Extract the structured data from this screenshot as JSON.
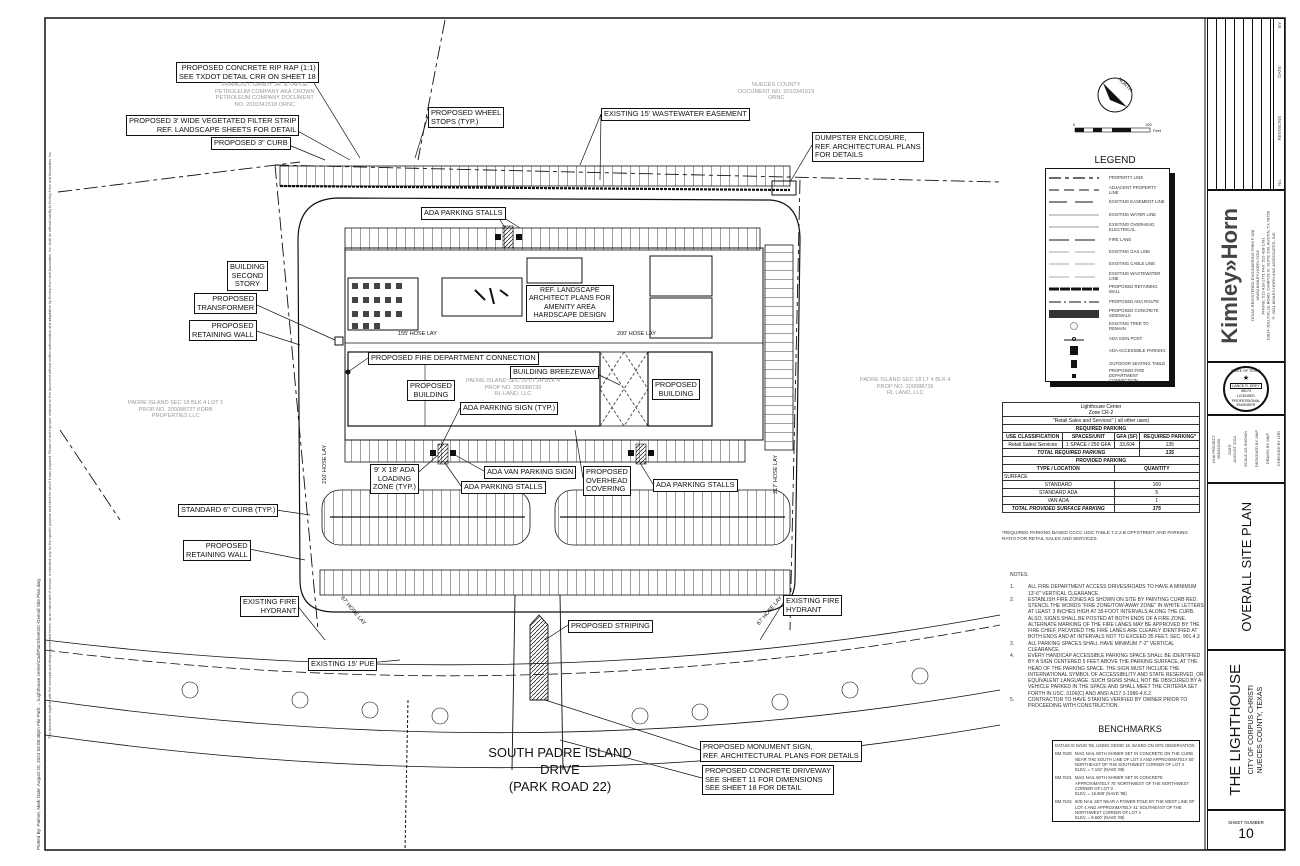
{
  "margin": {
    "plot_info": "Plotted By: Palmer, Mark   Date: August 20, 2024   04:08:48pm   File Path: ...\\Lighthouse center\\Cad\\PlanSheets\\C-Overall Site Plan.dwg",
    "disclaimer": "This document, together with the concepts and designs presented herein, as an instrument of service, is intended only for the specific purpose and client for which it was prepared. Reuse of and improper reliance on this document without written authorization and adaptation by Kimley-Horn and Associates, Inc. shall be without liability to Kimley-Horn and Associates, Inc."
  },
  "callouts": {
    "rip_rap": [
      "PROPOSED CONCRETE RIP RAP (1:1)",
      "SEE TXDOT DETAIL CRR ON SHEET 18"
    ],
    "filter_strip": [
      "PROPOSED 3' WIDE VEGETATED FILTER STRIP",
      "REF. LANDSCAPE SHEETS FOR DETAIL"
    ],
    "curb3": "PROPOSED 3\" CURB",
    "wheel_stops": [
      "PROPOSED WHEEL",
      "STOPS (TYP.)"
    ],
    "ww_easement": "EXISTING 15' WASTEWATER EASEMENT",
    "dumpster": [
      "DUMPSTER ENCLOSURE,",
      "REF. ARCHITECTURAL PLANS",
      "FOR DETAILS"
    ],
    "ada_stalls_top": "ADA PARKING STALLS",
    "second_story": [
      "BUILDING",
      "SECOND",
      "STORY"
    ],
    "landscape": [
      "REF. LANDSCAPE",
      "ARCHITECT PLANS FOR",
      "AMENITY AREA",
      "HARDSCAPE DESIGN"
    ],
    "transformer": [
      "PROPOSED",
      "TRANSFORMER"
    ],
    "retaining_wall_1": [
      "PROPOSED",
      "RETAINING WALL"
    ],
    "fdc": "PROPOSED FIRE DEPARTMENT CONNECTION",
    "breezeway": "BUILDING BREEZEWAY",
    "building_left": [
      "PROPOSED",
      "BUILDING"
    ],
    "building_right": [
      "PROPOSED",
      "BUILDING"
    ],
    "ada_sign": "ADA PARKING SIGN (TYP.)",
    "loading_zone": [
      "9' x 18' ADA",
      "LOADING",
      "ZONE (TYP.)"
    ],
    "van_sign": "ADA VAN PARKING SIGN",
    "ada_stalls_mid": "ADA PARKING STALLS",
    "overhead": [
      "PROPOSED",
      "OVERHEAD",
      "COVERING"
    ],
    "ada_stalls_right": "ADA PARKING STALLS",
    "curb6": "STANDARD 6\" CURB (TYP.)",
    "retaining_wall_2": [
      "PROPOSED",
      "RETAINING WALL"
    ],
    "hydrant_left": [
      "EXISTING FIRE",
      "HYDRANT"
    ],
    "hydrant_right": [
      "EXISTING FIRE",
      "HYDRANT"
    ],
    "striping": "PROPOSED STRIPING",
    "pue": "EXISTING 15' PUE",
    "monument": [
      "PROPOSED MONUMENT SIGN,",
      "REF. ARCHITECTURAL PLANS FOR DETAILS"
    ],
    "driveway": [
      "PROPOSED CONCRETE DRIVEWAY",
      "SEE SHEET 11 FOR DIMENSIONS",
      "SEE SHEET 18 FOR DETAIL"
    ]
  },
  "hose_lay": {
    "a": "155' HOSE LAY",
    "b": "200' HOSE LAY",
    "c": "210' HOSE LAY",
    "d": "217' HOSE LAY",
    "e": "67' HOSE LAY",
    "f": "67' HOSE LAY"
  },
  "parcels": {
    "gandy": [
      "FRANCIS I. GANDY JR. & TAPOE",
      "PETROLEUM COMPANY AKA CROWN",
      "PETROLEUM COMPANY DOCUMENT",
      "NO. 2010341518 ORNC"
    ],
    "nueces": [
      "NUECES COUNTY",
      "DOCUMENT NO. 2010341519",
      "ORNC"
    ],
    "lot1": [
      "PADRE ISLAND SEC 18 BLK 4 LOT 1",
      "PROP NO. 200088727 KDRB",
      "PROPERTIES LLC"
    ],
    "lot2a": [
      "PADRE ISLAND SEC 16 LT 2A BLK 4",
      "PROP NO. 200088736",
      "RL LAND, LLC"
    ],
    "lot4": [
      "PADRE ISLAND SEC 18 LT 4 BLK 4",
      "PROP NO. 200088736",
      "RL LAND, LLC"
    ]
  },
  "road": [
    "SOUTH PADRE ISLAND DRIVE",
    "(PARK ROAD 22)"
  ],
  "north": "NORTH",
  "scale": {
    "unit": "Feet",
    "start": "0",
    "end": "100"
  },
  "legend": {
    "title": "LEGEND",
    "items": [
      "PROPERTY LINE",
      "ADJACENT PROPERTY LINE",
      "EXISTING EASEMENT LINE",
      "EXISTING WATER LINE",
      "EXISTING OVERHEAD ELECTRICAL",
      "FIRE LANE",
      "EXISTING GAS LINE",
      "EXISTING CABLE LINE",
      "EXISTING WASTEWATER LINE",
      "PROPOSED RETAINING WALL",
      "PROPOSED ADA ROUTE",
      "PROPOSED CONCRETE SIDEWALK",
      "EXISTING TREE TO REMAIN",
      "ADA SIGN POST",
      "ADA ACCESSIBLE PARKING",
      "OUTDOOR SEATING TABLE",
      "PROPOSED FIRE DEPARTMENT CONNECTION"
    ]
  },
  "parking": {
    "title": "Lighthouse Center",
    "zone": "Zone CR-2",
    "use": "\"Retail Sales and Services\" ( all other uses)",
    "required_header": "REQUIRED PARKING",
    "cols": [
      "USE CLASSIFICATION",
      "SPACES/UNIT",
      "GFA (SF)",
      "REQUIRED PARKING*"
    ],
    "row": [
      "Retail Sales/ Services",
      "1 SPACE / 250 GFA",
      "33,604",
      "135"
    ],
    "total_required_label": "TOTAL REQUIRED PARKING",
    "total_required": "135",
    "provided_header": "PROVIDED PARKING",
    "type_col": "TYPE / LOCATION",
    "qty_col": "QUANTITY",
    "surface": "SURFACE",
    "provided": [
      {
        "type": "STANDARD",
        "qty": "169"
      },
      {
        "type": "STANDARD ADA",
        "qty": "5"
      },
      {
        "type": "VAN ADA",
        "qty": "1"
      }
    ],
    "total_provided_label": "TOTAL PROVIDED SURFACE PARKING",
    "total_provided": "175",
    "footnote": "*REQUIRED PARKING BASED CCCC UDC TABLE 7.2.2.B OFFSTREET AND PARKING RATIO FOR RETAIL SALES AND SERVICES"
  },
  "notes": {
    "title": "NOTES:",
    "items": [
      "ALL FIRE DEPARTMENT ACCESS DRIVES/ROADS TO HAVE A MINIMUM 13'-6\" VERTICAL CLEARANCE.",
      "ESTABLISH FIRE ZONES AS SHOWN ON SITE BY PAINTING CURB RED. STENCIL THE WORDS \"FIRE ZONE/TOW-AWAY ZONE\" IN WHITE LETTERS AT LEAST 3 INCHES HIGH AT 35-FOOT INTERVALS ALONG THE CURB. ALSO, SIGNS SHALL BE POSTED AT BOTH ENDS OF A FIRE ZONE. ALTERNATE MARKING OF THE FIRE LANES MAY BE APPROVED BY THE FIRE CHIEF, PROVIDED THE FIRE LANES ARE CLEARLY IDENTIFIED AT BOTH ENDS AND AT INTERVALS NOT TO EXCEED 35 FEET. SEC. 901.4.3",
      "ALL PARKING SPACES SHALL HAVE MINIMUM 7'-2\" VERTICAL CLEARANCE.",
      "EVERY HANDICAP ACCESSIBLE PARKING SPACE SHALL BE IDENTIFIED BY A SIGN CENTERED 5 FEET ABOVE THE PARKING SURFACE, AT THE HEAD OF THE PARKING SPACE. THE SIGN MUST INCLUDE THE INTERNATIONAL SYMBOL OF ACCESSIBILITY AND STATE RESERVED, OR EQUIVALENT LANGUAGE. SUCH SIGNS SHALL NOT BE OBSCURED BY A VEHICLE PARKED IN THE SPACE AND SHALL MEET THE CRITERIA SET FORTH IN USC. 3106(c) AND ANSI A117.1-1986-4.6.2.",
      "CONTRACTOR TO HAVE STAKING VERIFIED BY OWNER PRIOR TO PROCEEDING WITH CONSTRUCTION."
    ]
  },
  "benchmarks": {
    "title": "BENCHMARKS",
    "datum": "DATUM IS NAVD '88, USING GEOID 18, BASED ON GPS OBSERVATION",
    "items": [
      {
        "id": "BM #100",
        "desc": "MAG NAIL WITH SHINER SET IN CONCRETE ON THE CURB NEAR THE SOUTH LINE OF LOT 4 AND APPROXIMATELY 50' NORTHEAST OF THE SOUTHWEST CORNER OF LOT 4",
        "elev": "ELEV. = 7.102' (NAVD '88)"
      },
      {
        "id": "BM #101",
        "desc": "MAG NAIL WITH SHINER SET IN CONCRETE APPROXIMATELY 75' NORTHWEST OF THE NORTHWEST CORNER OF LOT 3",
        "elev": "ELEV. = 16.608' (NAVD '88)"
      },
      {
        "id": "BM #102",
        "desc": "60D NAIL SET NEAR A POWER POLE BY THE WEST LINE OF LOT 4 AND APPROXIMATELY 41' SOUTHEAST OF THE NORTHWEST CORNER OF LOT 4",
        "elev": "ELEV. = 8.600' (NAVD '88)"
      }
    ]
  },
  "title_block": {
    "revisions": {
      "no": "No.",
      "label": "REVISIONS",
      "date": "DATE",
      "by": "BY"
    },
    "firm": {
      "logo": "Kimley»Horn",
      "lines": [
        "© 2024 KIMLEY-HORN AND ASSOCIATES, INC.",
        "10814 JOLLYVILLE ROAD, CAMPUS IV, SUITE 200, AUSTIN, TX 78759",
        "PHONE: 512-418-1771  FAX: 512-418-1791",
        "WWW.KIMLEY-HORN.COM",
        "TEXAS REGISTERED ENGINEERING FIRM F-928"
      ]
    },
    "seal": {
      "state": "STATE OF TEXAS",
      "name": "LANCE R. DREY",
      "number": "98173",
      "licensed": "LICENSED",
      "title": "PROFESSIONAL ENGINEER"
    },
    "info": [
      [
        "KHA PROJECT",
        "068411030"
      ],
      [
        "DATE",
        "AUGUST 2024"
      ],
      [
        "SCALE",
        "AS SHOWN"
      ],
      [
        "DESIGNED BY",
        "MAP"
      ],
      [
        "DRAWN BY",
        "MAP"
      ],
      [
        "CHECKED BY",
        "LRD"
      ]
    ],
    "sheet_title": "OVERALL SITE PLAN",
    "project": "THE LIGHTHOUSE",
    "city": "CITY OF CORPUS CHRISTI",
    "county": "NUECES COUNTY, TEXAS",
    "sheet_number_label": "SHEET NUMBER",
    "sheet_number": "10"
  }
}
